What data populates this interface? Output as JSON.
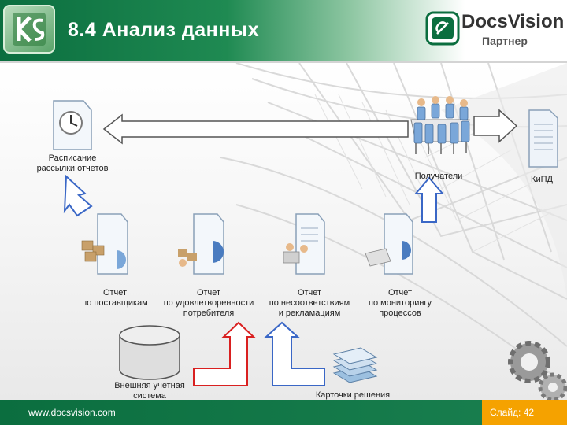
{
  "header": {
    "title": "8.4  Анализ данных",
    "logo_left_icon": "ks-logo-icon",
    "logo_brand": "DocsVision",
    "logo_sub": "Партнер"
  },
  "nodes": {
    "schedule": {
      "icon": "clock-document-icon",
      "line1": "Расписание",
      "line2": "рассылки отчетов"
    },
    "recipients": {
      "icon": "meeting-people-icon",
      "line1": "Получатели"
    },
    "kipd": {
      "icon": "document-icon",
      "line1": "КиПД"
    },
    "report_suppliers": {
      "icon": "report-document-icon",
      "line1": "Отчет",
      "line2": "по поставщикам"
    },
    "report_satisfaction": {
      "icon": "report-document-icon",
      "line1": "Отчет",
      "line2": "по удовлетворенности",
      "line3": "потребителя"
    },
    "report_nonconformity": {
      "icon": "report-document-icon",
      "line1": "Отчет",
      "line2": "по несоответствиям",
      "line3": "и рекламациям"
    },
    "report_monitoring": {
      "icon": "report-document-icon",
      "line1": "Отчет",
      "line2": "по мониторингу",
      "line3": "процессов"
    },
    "external_system": {
      "icon": "database-cylinder-icon",
      "line1": "Внешняя учетная",
      "line2": "система"
    },
    "decision_cards": {
      "icon": "cards-stack-icon",
      "line1": "Карточки решения"
    }
  },
  "colors": {
    "header_green": "#0b6e3f",
    "arrow_blue": "#3a67c6",
    "arrow_red": "#d92020",
    "slide_orange": "#f5a200"
  },
  "footer": {
    "url": "www.docsvision.com",
    "slide": "Слайд: 42"
  }
}
